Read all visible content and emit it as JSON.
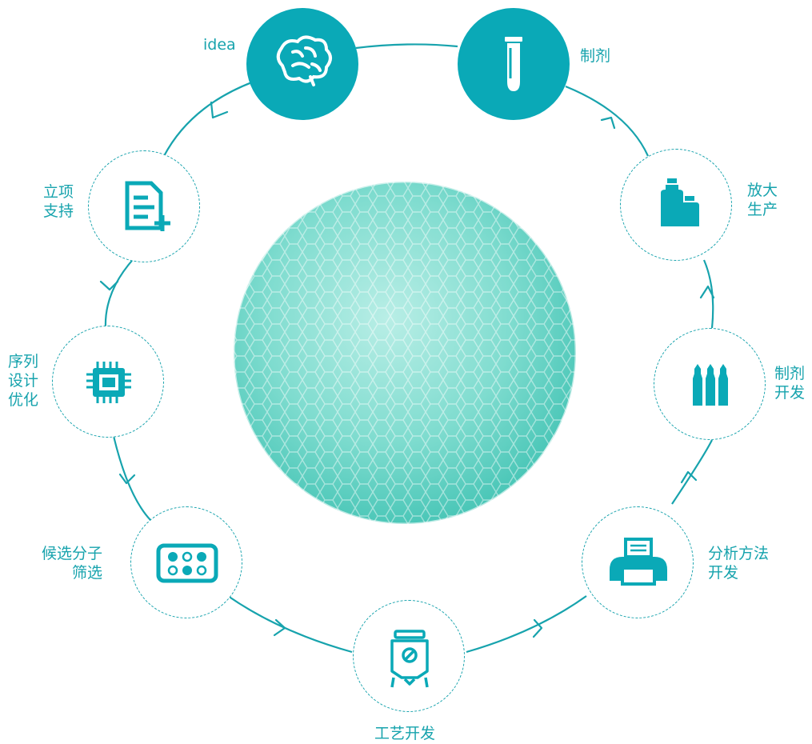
{
  "colors": {
    "accent": "#0aa9b7",
    "accent_text": "#17a3ad",
    "sphere": "#6fd8cc",
    "background": "#ffffff"
  },
  "center": {
    "name": "cell-sphere"
  },
  "stages": {
    "idea": {
      "lines": [
        "idea"
      ],
      "icon": "brain-icon"
    },
    "project": {
      "lines": [
        "立项",
        "支持"
      ],
      "icon": "document-add-icon"
    },
    "sequence": {
      "lines": [
        "序列",
        "设计",
        "优化"
      ],
      "icon": "chip-icon"
    },
    "screening": {
      "lines": [
        "候选分子",
        "筛选"
      ],
      "icon": "well-plate-icon"
    },
    "process": {
      "lines": [
        "工艺开发"
      ],
      "icon": "bioreactor-icon"
    },
    "analysis": {
      "lines": [
        "分析方法",
        "开发"
      ],
      "icon": "printer-icon"
    },
    "formdev": {
      "lines": [
        "制剂",
        "开发"
      ],
      "icon": "vials-icon"
    },
    "scaleup": {
      "lines": [
        "放大",
        "生产"
      ],
      "icon": "bottles-icon"
    },
    "formulation": {
      "lines": [
        "制剂"
      ],
      "icon": "test-tube-icon"
    }
  }
}
